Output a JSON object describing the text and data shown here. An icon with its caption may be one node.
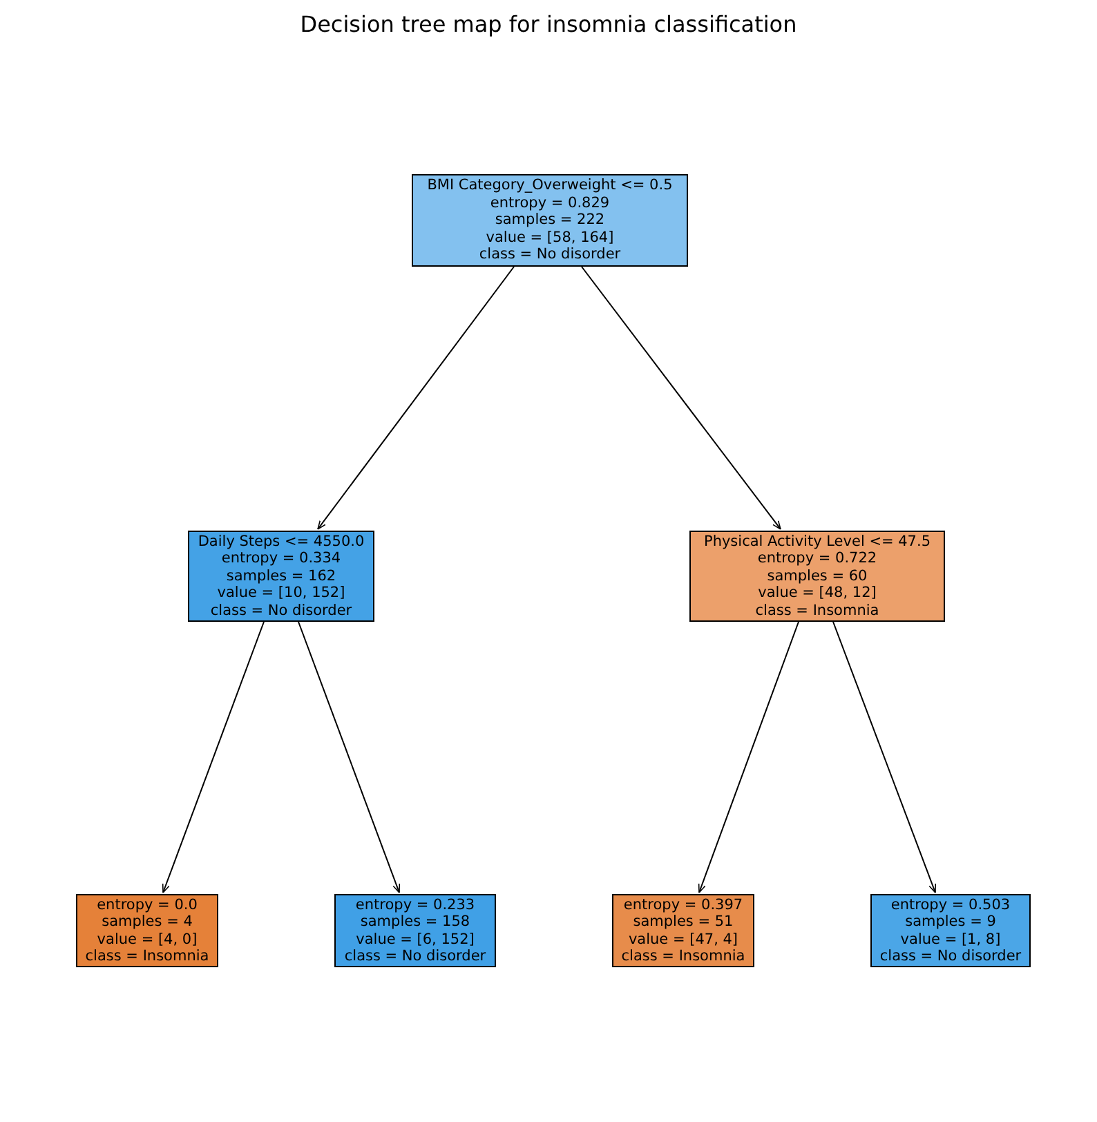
{
  "diagram": {
    "title": "Decision tree map for insomnia classification",
    "nodes": [
      {
        "text": [
          "BMI Category_Overweight <= 0.5",
          "entropy = 0.829",
          "samples = 222",
          "value = [58, 164]",
          "class = No disorder"
        ]
      },
      {
        "text": [
          "Daily Steps <= 4550.0",
          "entropy = 0.334",
          "samples = 162",
          "value = [10, 152]",
          "class = No disorder"
        ]
      },
      {
        "text": [
          "Physical Activity Level <= 47.5",
          "entropy = 0.722",
          "samples = 60",
          "value = [48, 12]",
          "class = Insomnia"
        ]
      },
      {
        "text": [
          "entropy = 0.0",
          "samples = 4",
          "value = [4, 0]",
          "class = Insomnia"
        ]
      },
      {
        "text": [
          "entropy = 0.233",
          "samples = 158",
          "value = [6, 152]",
          "class = No disorder"
        ]
      },
      {
        "text": [
          "entropy = 0.397",
          "samples = 51",
          "value = [47, 4]",
          "class = Insomnia"
        ]
      },
      {
        "text": [
          "entropy = 0.503",
          "samples = 9",
          "value = [1, 8]",
          "class = No disorder"
        ]
      }
    ],
    "edges": [
      {
        "from": 0,
        "to": 1,
        "arrow": "to"
      },
      {
        "from": 0,
        "to": 2,
        "arrow": "to"
      },
      {
        "from": 1,
        "to": 3,
        "arrow": "to"
      },
      {
        "from": 1,
        "to": 4,
        "arrow": "to"
      },
      {
        "from": 2,
        "to": 5,
        "arrow": "to"
      },
      {
        "from": 2,
        "to": 6,
        "arrow": "to"
      }
    ]
  }
}
